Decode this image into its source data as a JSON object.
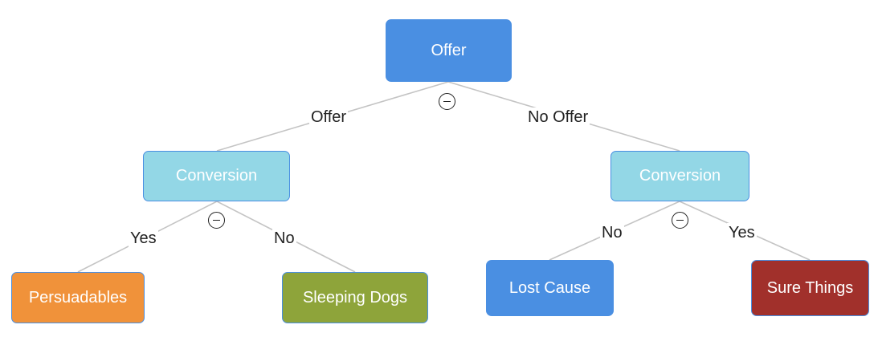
{
  "colors": {
    "root": "#4a8fe2",
    "conversion": "#93d7e6",
    "persuadables": "#f0923a",
    "sleeping_dogs": "#8ea43a",
    "lost_cause": "#4a8fe2",
    "sure_things": "#a1302b",
    "edge": "#c4c4c4"
  },
  "icons": {
    "toggle": "collapse-minus-circle-icon"
  },
  "nodes": {
    "root": "Offer",
    "left_conversion": "Conversion",
    "right_conversion": "Conversion",
    "persuadables": "Persuadables",
    "sleeping_dogs": "Sleeping Dogs",
    "lost_cause": "Lost Cause",
    "sure_things": "Sure Things"
  },
  "edges": {
    "root_left": "Offer",
    "root_right": "No Offer",
    "left_yes": "Yes",
    "left_no": "No",
    "right_no": "No",
    "right_yes": "Yes"
  }
}
